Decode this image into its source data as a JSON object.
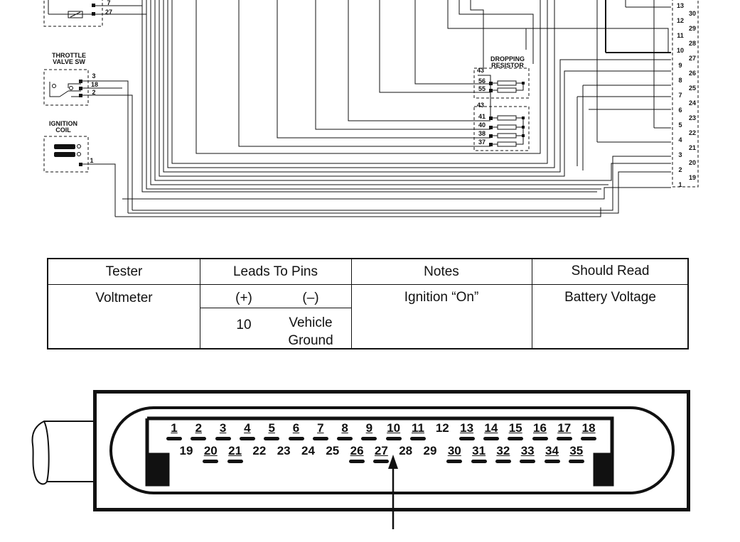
{
  "diagram": {
    "labels": {
      "throttle_valve_sw": "THROTTLE\nVALVE SW",
      "ignition_coil": "IGNITION\nCOIL",
      "dropping_resistor": "DROPPING\nRESISTOR"
    },
    "left_pins_top": [
      "7",
      "27"
    ],
    "throttle_pins": [
      "3",
      "18",
      "2"
    ],
    "coil_pin": "1",
    "resistor_group1_pins": [
      "43",
      "56",
      "55"
    ],
    "resistor_group2_pins": [
      "43",
      "41",
      "40",
      "38",
      "37"
    ],
    "right_odd_pins": [
      "13",
      "12",
      "11",
      "10",
      "9",
      "8",
      "7",
      "6",
      "5",
      "4",
      "3",
      "2",
      "1"
    ],
    "right_even_pins": [
      "30",
      "29",
      "28",
      "27",
      "26",
      "25",
      "24",
      "23",
      "22",
      "21",
      "20",
      "19"
    ]
  },
  "test_table": {
    "headers": [
      "Tester",
      "Leads To Pins",
      "Notes",
      "Should Read"
    ],
    "tester": "Voltmeter",
    "lead_plus_label": "(+)",
    "lead_minus_label": "(–)",
    "lead_plus_pin": "10",
    "lead_minus_pin": "Vehicle\nGround",
    "notes": "Ignition “On”",
    "should_read": "Battery Voltage"
  },
  "connector": {
    "top_row": [
      "1",
      "2",
      "3",
      "4",
      "5",
      "6",
      "7",
      "8",
      "9",
      "10",
      "11",
      "12",
      "13",
      "14",
      "15",
      "16",
      "17",
      "18"
    ],
    "bottom_row": [
      "19",
      "20",
      "21",
      "22",
      "23",
      "24",
      "25",
      "26",
      "27",
      "28",
      "29",
      "30",
      "31",
      "32",
      "33",
      "34",
      "35"
    ],
    "highlighted_pin": "10"
  }
}
